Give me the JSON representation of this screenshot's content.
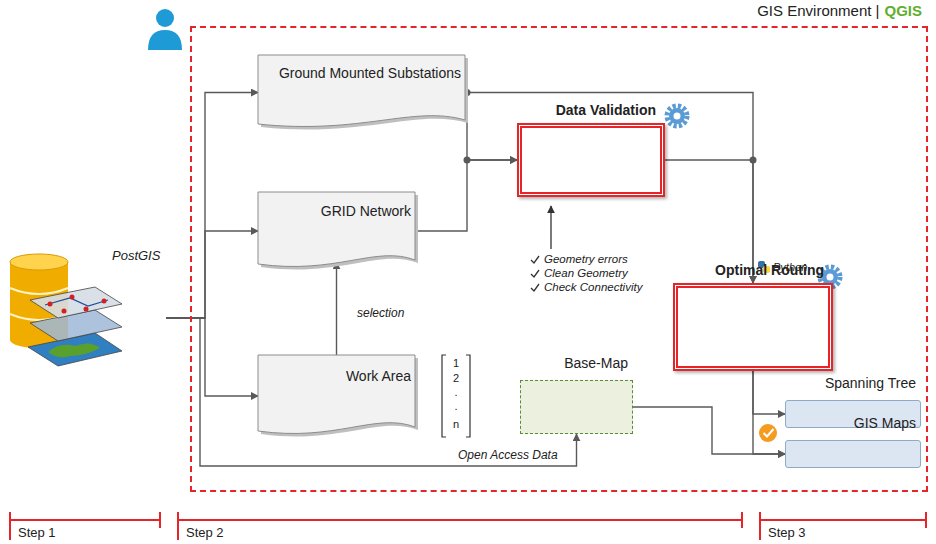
{
  "diagram": {
    "nodes": [
      {
        "text": [
          "GIS Environment |",
          "QGIS"
        ]
      },
      {
        "text": [
          "PostGIS"
        ]
      },
      {
        "text": [
          "Ground Mounted Substations"
        ],
        "in": 0
      },
      {
        "text": [
          "GRID Network"
        ],
        "in": 0
      },
      {
        "text": [
          "Work Area"
        ],
        "in": 0
      },
      {
        "text": [
          "Data Validation"
        ],
        "in": 0
      },
      {
        "text": [
          "Base-Map"
        ],
        "in": 0
      },
      {
        "text": [
          "Optimal Routing"
        ],
        "in": 0
      },
      {
        "text": [
          "Spanning Tree"
        ],
        "in": 0
      },
      {
        "text": [
          "GIS Maps"
        ],
        "in": 0
      }
    ],
    "edges": [
      {
        "from": 1,
        "to": 2,
        "arrow": "to"
      },
      {
        "from": 1,
        "to": 3,
        "arrow": "to"
      },
      {
        "from": 1,
        "to": 4,
        "arrow": "to"
      },
      {
        "from": 1,
        "to": 6,
        "label": "Open Access Data",
        "arrow": "to"
      },
      {
        "from": 4,
        "to": 3,
        "label": "selection",
        "arrow": "to"
      },
      {
        "from": 2,
        "to": 5,
        "arrow": "to"
      },
      {
        "from": 3,
        "to": 5,
        "arrow": "to"
      },
      {
        "from": 2,
        "to": 7,
        "arrow": "to"
      },
      {
        "from": 5,
        "to": 7,
        "arrow": "to"
      },
      {
        "from": 7,
        "to": 8,
        "arrow": "to"
      },
      {
        "from": 7,
        "to": 9,
        "arrow": "to"
      },
      {
        "from": 6,
        "to": 9,
        "arrow": "to"
      }
    ],
    "labels": [
      "Python",
      "Geometry errors",
      "Clean Geometry",
      "Check Connectivity",
      "1",
      "2",
      ".",
      ".",
      "n",
      "Step 1",
      "Step 2",
      "Step 3"
    ]
  }
}
